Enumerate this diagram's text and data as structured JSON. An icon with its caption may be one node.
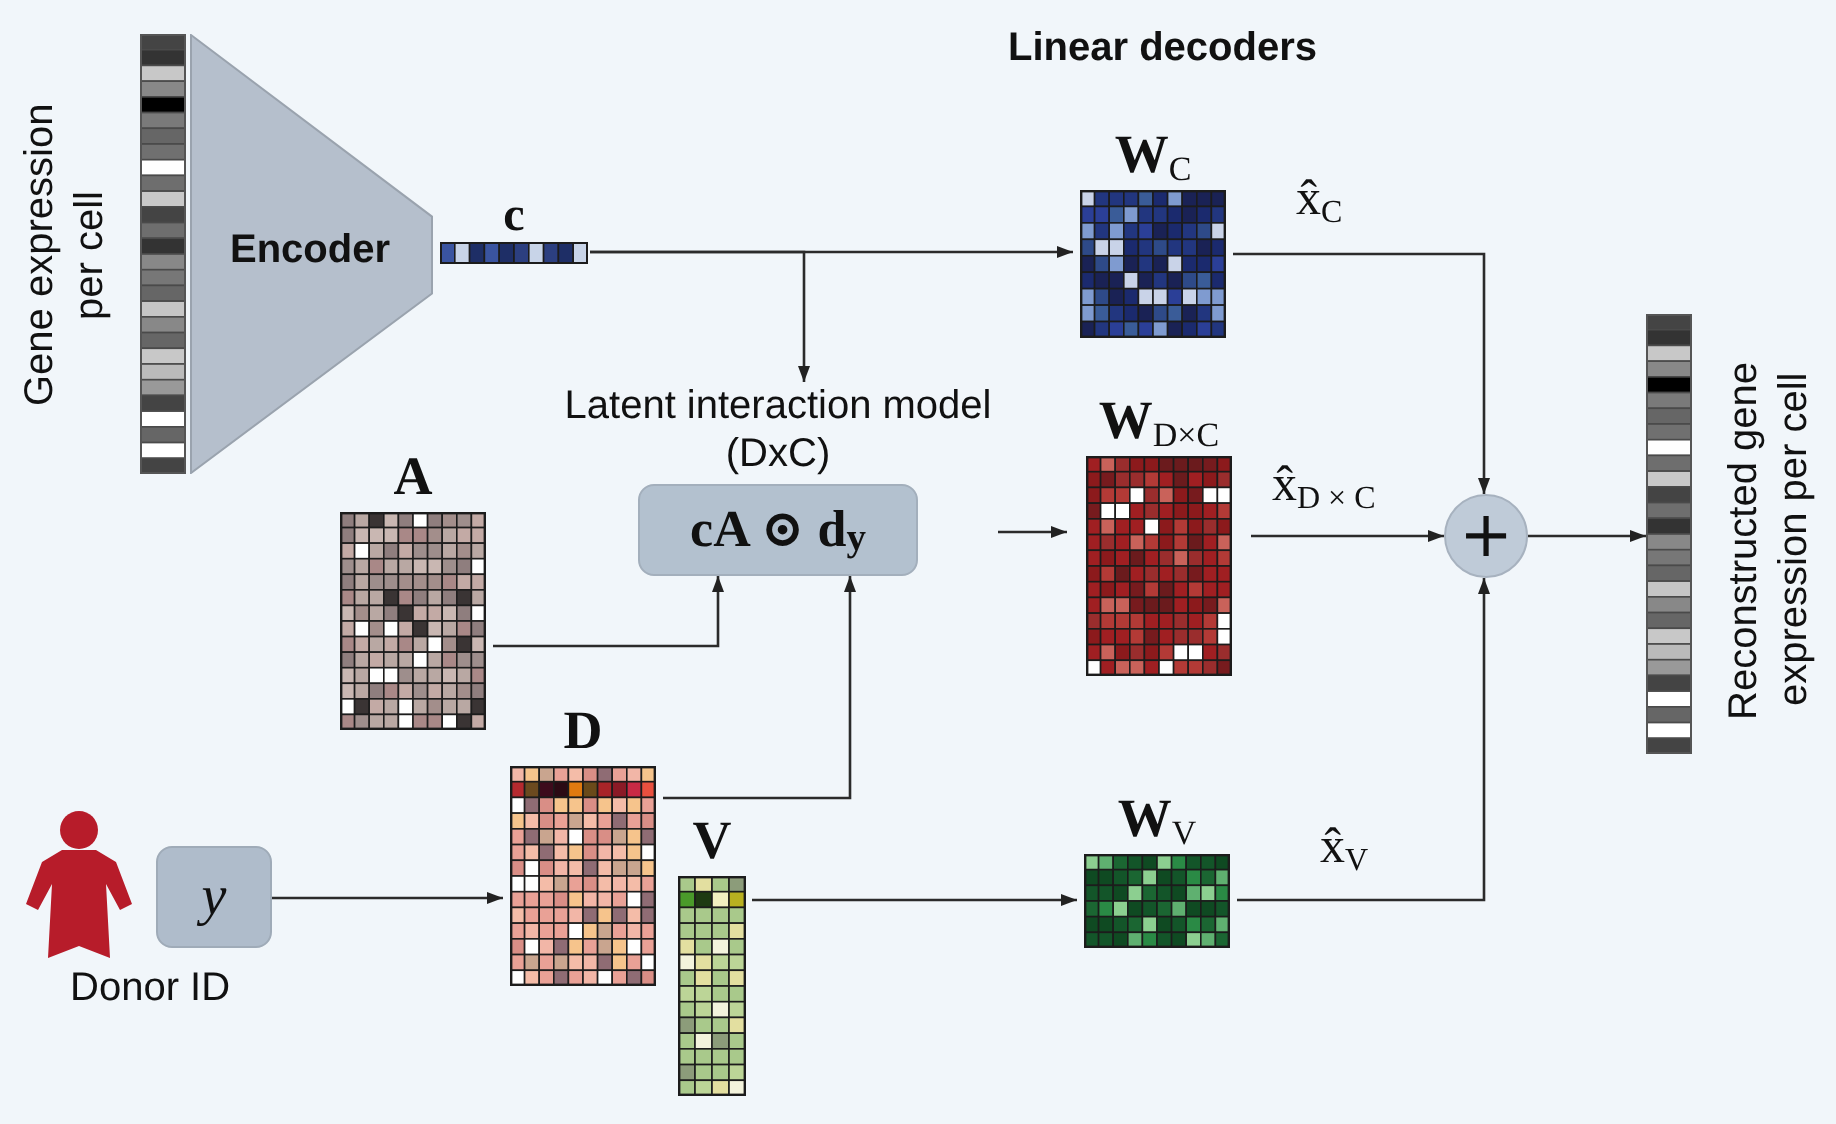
{
  "diagram": {
    "nodes": [
      {
        "text": [],
        "shape": "bar",
        "beside": [
          "Gene expression per cell"
        ]
      },
      {
        "text": [
          "Encoder"
        ]
      },
      {
        "text": [
          "c"
        ]
      },
      {
        "text": [
          "W$_{C}$"
        ]
      },
      {
        "text": [
          "Latent interaction model (DxC)",
          "cA ⊙ d$_{y}$"
        ]
      },
      {
        "text": [
          "A"
        ]
      },
      {
        "text": [
          "W$_{D×C}$"
        ]
      },
      {
        "text": [
          "+"
        ]
      },
      {
        "text": [],
        "shape": "bar",
        "beside": [
          "Reconstructed gene expression per cell"
        ]
      },
      {
        "text": [
          "y"
        ]
      },
      {
        "text": [
          "D"
        ]
      },
      {
        "text": [
          "V"
        ]
      },
      {
        "text": [
          "W$_{V}$"
        ]
      }
    ],
    "edges": [
      {
        "from": 2,
        "to": 3,
        "arrow": "to"
      },
      {
        "from": 2,
        "to": 4,
        "arrow": "to"
      },
      {
        "from": 5,
        "to": 4,
        "arrow": "to"
      },
      {
        "from": 10,
        "to": 4,
        "arrow": "to"
      },
      {
        "from": 4,
        "to": 6,
        "arrow": "to"
      },
      {
        "from": 3,
        "to": 7,
        "label": "x̂$_{C}$",
        "arrow": "to"
      },
      {
        "from": 6,
        "to": 7,
        "label": "x̂$_{D × C}$",
        "arrow": "to"
      },
      {
        "from": 12,
        "to": 7,
        "label": "x̂$_{V}$",
        "arrow": "to"
      },
      {
        "from": 7,
        "to": 8,
        "arrow": "to"
      },
      {
        "from": 9,
        "to": 10,
        "arrow": "to"
      },
      {
        "from": 11,
        "to": 12,
        "arrow": "to"
      }
    ],
    "labels": [
      "Linear decoders",
      "Donor ID"
    ]
  }
}
